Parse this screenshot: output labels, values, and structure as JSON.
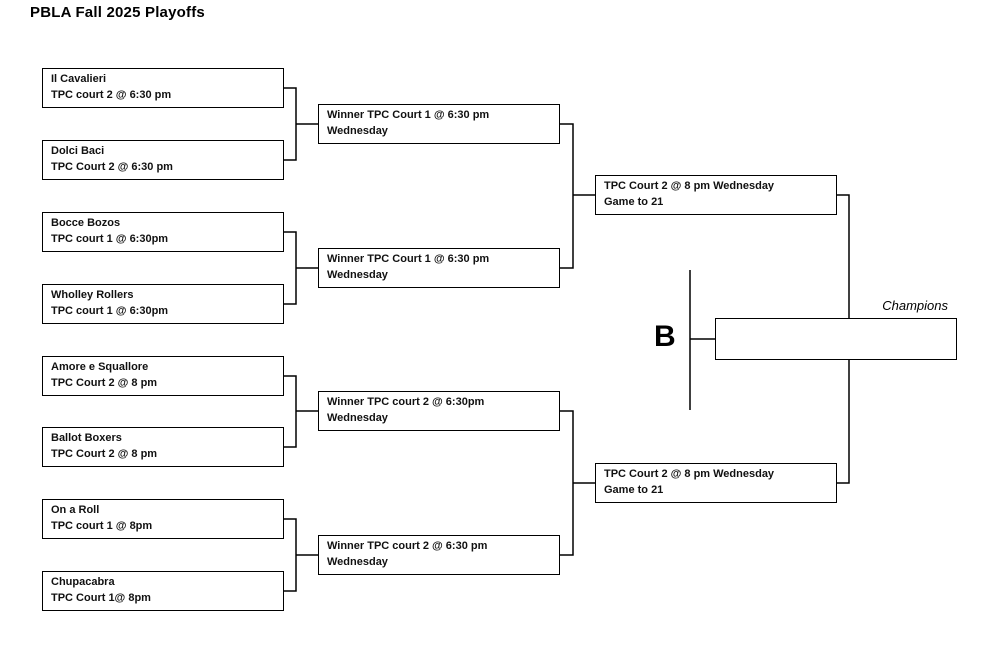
{
  "title": "PBLA Fall 2025 Playoffs",
  "bracket": {
    "round1": [
      {
        "team": "Il Cavalieri",
        "detail": "TPC court 2 @ 6:30 pm"
      },
      {
        "team": "Dolci Baci",
        "detail": "TPC Court 2 @ 6:30 pm"
      },
      {
        "team": "Bocce Bozos",
        "detail": "TPC court 1 @ 6:30pm"
      },
      {
        "team": "Wholley Rollers",
        "detail": "TPC court 1 @ 6:30pm"
      },
      {
        "team": "Amore e Squallore",
        "detail": "TPC Court 2 @ 8 pm"
      },
      {
        "team": "Ballot Boxers",
        "detail": "TPC Court 2 @ 8 pm"
      },
      {
        "team": "On a Roll",
        "detail": "TPC court 1 @ 8pm"
      },
      {
        "team": "Chupacabra",
        "detail": "TPC Court 1@  8pm"
      }
    ],
    "round2": [
      {
        "line1": "Winner TPC Court 1 @ 6:30 pm",
        "line2": "Wednesday"
      },
      {
        "line1": "Winner TPC Court 1 @ 6:30 pm",
        "line2": "Wednesday"
      },
      {
        "line1": "Winner TPC court 2 @ 6:30pm",
        "line2": "Wednesday"
      },
      {
        "line1": "Winner TPC court 2 @ 6:30 pm",
        "line2": "Wednesday"
      }
    ],
    "round3": [
      {
        "line1": "TPC Court 2 @ 8 pm Wednesday",
        "line2": "Game to 21"
      },
      {
        "line1": "TPC Court 2 @ 8 pm Wednesday",
        "line2": "Game to 21"
      }
    ],
    "final_label": "B",
    "champions_label": "Champions",
    "colors": {
      "line": "#000000",
      "box_border": "#000000",
      "background": "#ffffff"
    }
  }
}
